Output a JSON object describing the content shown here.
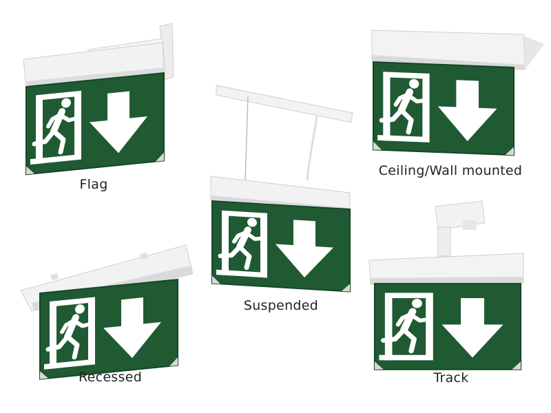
{
  "colors": {
    "sign_green": "#1f5a33",
    "sign_green_dark": "#154526",
    "housing_white": "#f2f2f2",
    "housing_shadow": "#cfcfcf",
    "arrow_white": "#ffffff"
  },
  "icons": {
    "pictogram": "running-man-exit-icon",
    "direction": "down-arrow-icon"
  },
  "variants": [
    {
      "id": "flag",
      "label": "Flag"
    },
    {
      "id": "ceiling",
      "label": "Ceiling/Wall mounted"
    },
    {
      "id": "suspended",
      "label": "Suspended"
    },
    {
      "id": "recessed",
      "label": "Recessed"
    },
    {
      "id": "track",
      "label": "Track"
    }
  ]
}
